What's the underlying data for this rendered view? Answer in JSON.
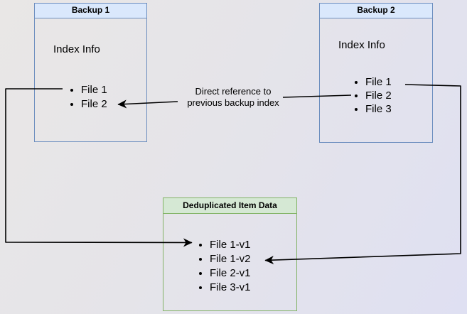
{
  "diagram": {
    "backup1": {
      "title": "Backup 1",
      "section": "Index Info",
      "files": [
        "File 1",
        "File 2"
      ]
    },
    "backup2": {
      "title": "Backup 2",
      "section": "Index Info",
      "files": [
        "File 1",
        "File 2",
        "File 3"
      ]
    },
    "dedup": {
      "title": "Deduplicated Item Data",
      "items": [
        "File 1-v1",
        "File 1-v2",
        "File 2-v1",
        "File 3-v1"
      ]
    },
    "edge_label": {
      "line1": "Direct reference to",
      "line2": "previous backup index"
    },
    "colors": {
      "blue_border": "#6c8ebf",
      "blue_fill": "#dae8fc",
      "green_border": "#82b366",
      "green_fill": "#d5e8d4",
      "arrow": "#000000",
      "background_start": "#e9e7e6",
      "background_end": "#dfe0f2"
    }
  }
}
